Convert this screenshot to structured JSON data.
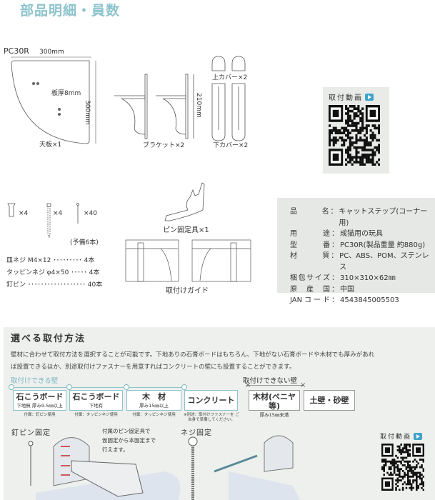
{
  "title": "部品明細・員数",
  "model": "PC30R",
  "parts": {
    "top_width": "300mm",
    "top_depth": "300mm",
    "thickness": "板厚8mm",
    "top_label": "天板×1",
    "bracket_height": "210mm",
    "bracket_label": "ブラケット×2",
    "upper_cover": "上カバー×2",
    "lower_cover": "下カバー×2",
    "pin_tool": "ピン固定具×1",
    "guide": "取付けガイド"
  },
  "qr": {
    "label": "取付動画",
    "icon": "play-icon"
  },
  "hardware": {
    "screw_count": "×4",
    "tapping_count": "×4",
    "pin_count": "×40",
    "spare": "(予備6本)",
    "list": [
      {
        "name": "皿ネジ M4×12",
        "dots": "･････････",
        "qty": "4本"
      },
      {
        "name": "タッピンネジ φ4×50",
        "dots": "･････",
        "qty": "4本"
      },
      {
        "name": "釘ピン",
        "dots": "･･････････････････",
        "qty": "40本"
      }
    ]
  },
  "spec": [
    {
      "k": "品名",
      "v": "キャットステップ(コーナー用)"
    },
    {
      "k": "用途",
      "v": "成猫用の玩具"
    },
    {
      "k": "型番",
      "v": "PC30R(製品重量 約880g)"
    },
    {
      "k": "材質",
      "v": "PC、ABS、POM、ステンレス"
    },
    {
      "k": "梱包サイズ",
      "v": "310×310×62㎜"
    },
    {
      "k": "原産国",
      "v": "中国"
    },
    {
      "k": "JANコード",
      "v": "4543845005503"
    }
  ],
  "install": {
    "heading": "選べる取付方法",
    "desc1": "壁材に合わせて取付方法を選択することが可能です。下地ありの石膏ボードはもちろん、下地がない石膏ボードや木材でも厚みがあれ",
    "desc2": "ば設置できるほか、別途取付けファスナーを用意すればコンクリートの壁にも設置することができます。",
    "ok_label": "取付けできる壁",
    "ng_label": "取付けできない壁",
    "ok_walls": [
      {
        "name": "石こうボード",
        "sub": "下地無 厚み9.5㎜以上",
        "note": "付属：釘ピン使用"
      },
      {
        "name": "石こうボード",
        "sub": "下地有",
        "note": "付属：タッピンネジ使用"
      },
      {
        "name": "木　材",
        "sub": "厚み15㎜以上",
        "note": "付属：タッピンネジ使用"
      },
      {
        "name": "コンクリート",
        "sub": "",
        "note": "※別途：取付けファスナーを ご自身で準備してください。"
      }
    ],
    "ng_walls": [
      {
        "name": "木材(ベニヤ等)",
        "sub": "厚み15㎜未満"
      },
      {
        "name": "土壁・砂壁",
        "sub": ""
      }
    ],
    "pin_method": "釘ピン固定",
    "pin_note1": "付属のピン固定具で",
    "pin_note2": "仮固定から本固定まで",
    "pin_note3": "行えます。",
    "screw_method": "ネジ固定"
  },
  "colors": {
    "accent": "#8cc3cc",
    "play": "#3fa3c9",
    "pin_red": "#c0282d"
  }
}
